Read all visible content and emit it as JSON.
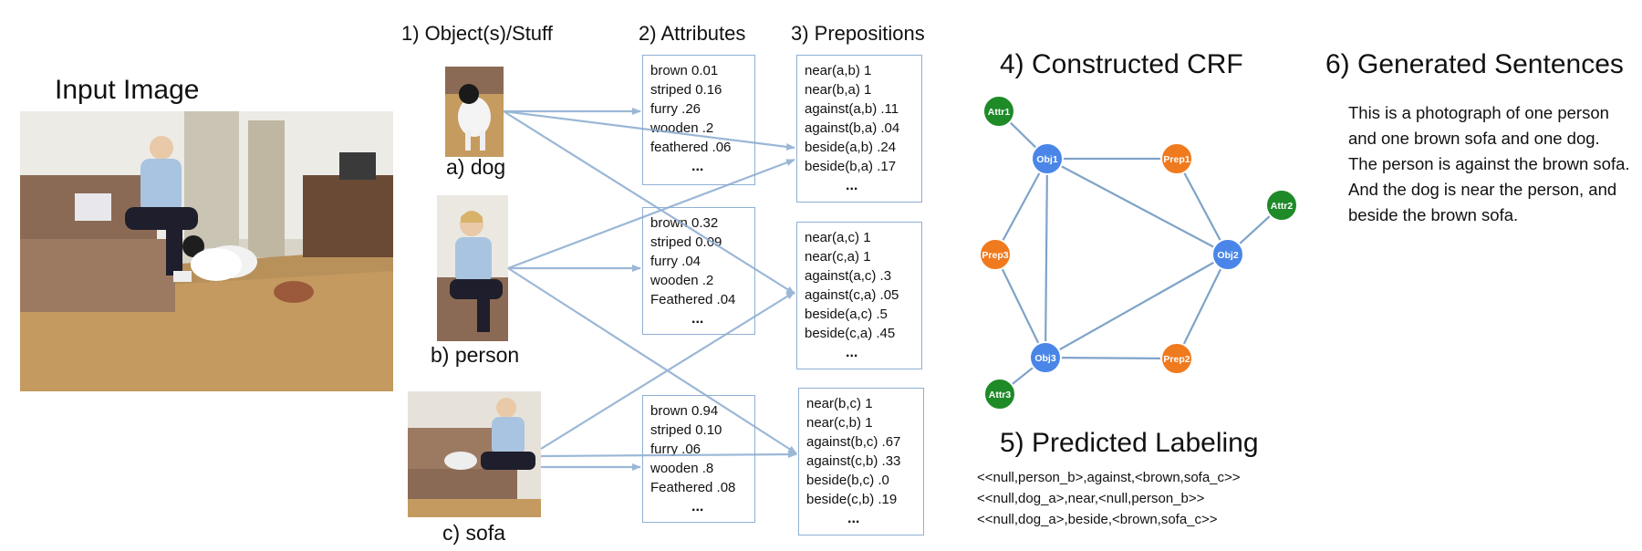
{
  "input_image": {
    "title": "Input Image"
  },
  "step1": {
    "heading": "1) Object(s)/Stuff",
    "objects": [
      {
        "label": "a) dog"
      },
      {
        "label": "b) person"
      },
      {
        "label": "c) sofa"
      }
    ]
  },
  "step2": {
    "heading": "2) Attributes",
    "boxes": [
      {
        "lines": [
          "brown 0.01",
          "striped 0.16",
          "furry .26",
          "wooden .2",
          "feathered .06"
        ],
        "dots": "..."
      },
      {
        "lines": [
          "brown 0.32",
          "striped 0.09",
          "furry .04",
          "wooden .2",
          "Feathered .04"
        ],
        "dots": "..."
      },
      {
        "lines": [
          "brown 0.94",
          "striped 0.10",
          "furry .06",
          "wooden .8",
          "Feathered .08"
        ],
        "dots": "..."
      }
    ]
  },
  "step3": {
    "heading": "3) Prepositions",
    "boxes": [
      {
        "lines": [
          "near(a,b) 1",
          "near(b,a) 1",
          "against(a,b) .11",
          "against(b,a) .04",
          "beside(a,b) .24",
          "beside(b,a) .17"
        ],
        "dots": "..."
      },
      {
        "lines": [
          "near(a,c)  1",
          "near(c,a)  1",
          "against(a,c) .3",
          "against(c,a) .05",
          "beside(a,c) .5",
          "beside(c,a) .45"
        ],
        "dots": "..."
      },
      {
        "lines": [
          "near(b,c)  1",
          "near(c,b)  1",
          "against(b,c) .67",
          "against(c,b) .33",
          "beside(b,c) .0",
          "beside(c,b) .19"
        ],
        "dots": "..."
      }
    ]
  },
  "step4": {
    "heading": "4) Constructed CRF",
    "nodes": {
      "attr1": "Attr1",
      "obj1": "Obj1",
      "prep1": "Prep1",
      "attr2": "Attr2",
      "prep3": "Prep3",
      "obj2": "Obj2",
      "obj3": "Obj3",
      "prep2": "Prep2",
      "attr3": "Attr3"
    },
    "colors": {
      "attr": "#1e8a28",
      "obj": "#4a86e8",
      "prep": "#f07a1e",
      "edge": "#7fa3c8"
    }
  },
  "step5": {
    "heading": "5) Predicted Labeling",
    "lines": [
      "<<null,person_b>,against,<brown,sofa_c>>",
      "<<null,dog_a>,near,<null,person_b>>",
      "<<null,dog_a>,beside,<brown,sofa_c>>"
    ]
  },
  "step6": {
    "heading": "6) Generated Sentences",
    "text": "This is a photograph of one person and one brown sofa and one dog. The person is against the brown sofa. And the dog is near the person, and beside the brown sofa."
  }
}
